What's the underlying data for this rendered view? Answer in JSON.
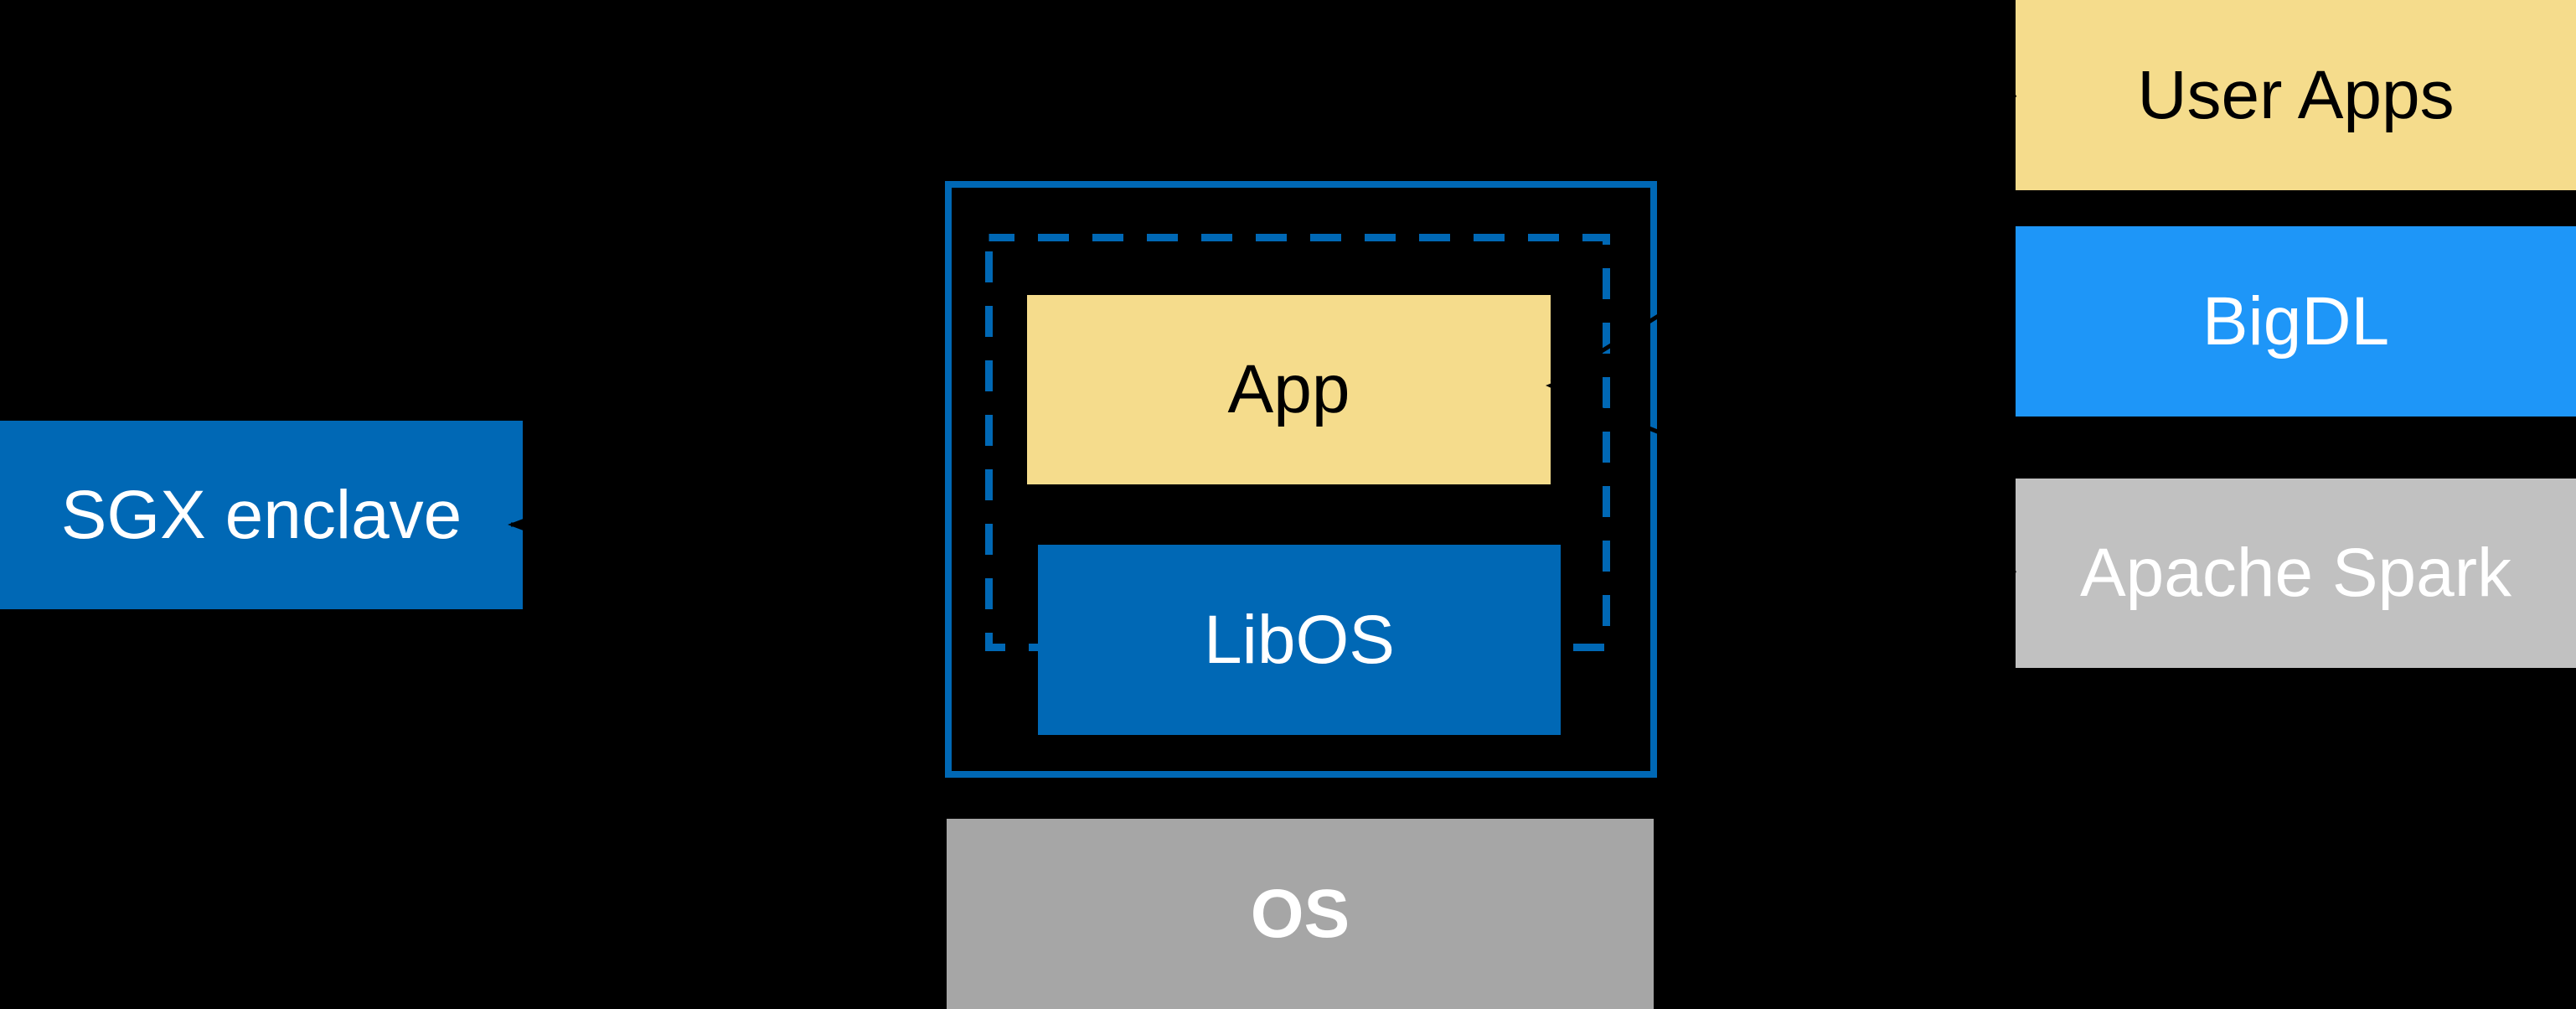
{
  "colors": {
    "background": "#000000",
    "intel_blue": "#0068B5",
    "bigdl_blue": "#1E96F8",
    "app_yellow": "#F5DC8C",
    "os_gray": "#A6A6A6",
    "spark_gray": "#C1C1C1",
    "connector_black": "#000000",
    "text_light": "#FFFFFF",
    "text_dark": "#000000"
  },
  "diagram": {
    "sgx_label_box": {
      "label": "SGX enclave"
    },
    "enclave_box": {
      "app": {
        "label": "App"
      },
      "libos": {
        "label": "LibOS"
      }
    },
    "os_box": {
      "label": "OS"
    },
    "software_stack": {
      "items": [
        {
          "label": "User Apps"
        },
        {
          "label": "BigDL"
        },
        {
          "label": "Apache Spark"
        }
      ]
    },
    "connectors": [
      {
        "from": "enclave-box",
        "to": "sgx-enclave-label-box",
        "style": "black arrow"
      },
      {
        "from": "user-apps-box",
        "to": "app-box",
        "style": "black line"
      },
      {
        "from": "apache-spark-box",
        "to": "app-box",
        "style": "black arrow"
      }
    ]
  }
}
